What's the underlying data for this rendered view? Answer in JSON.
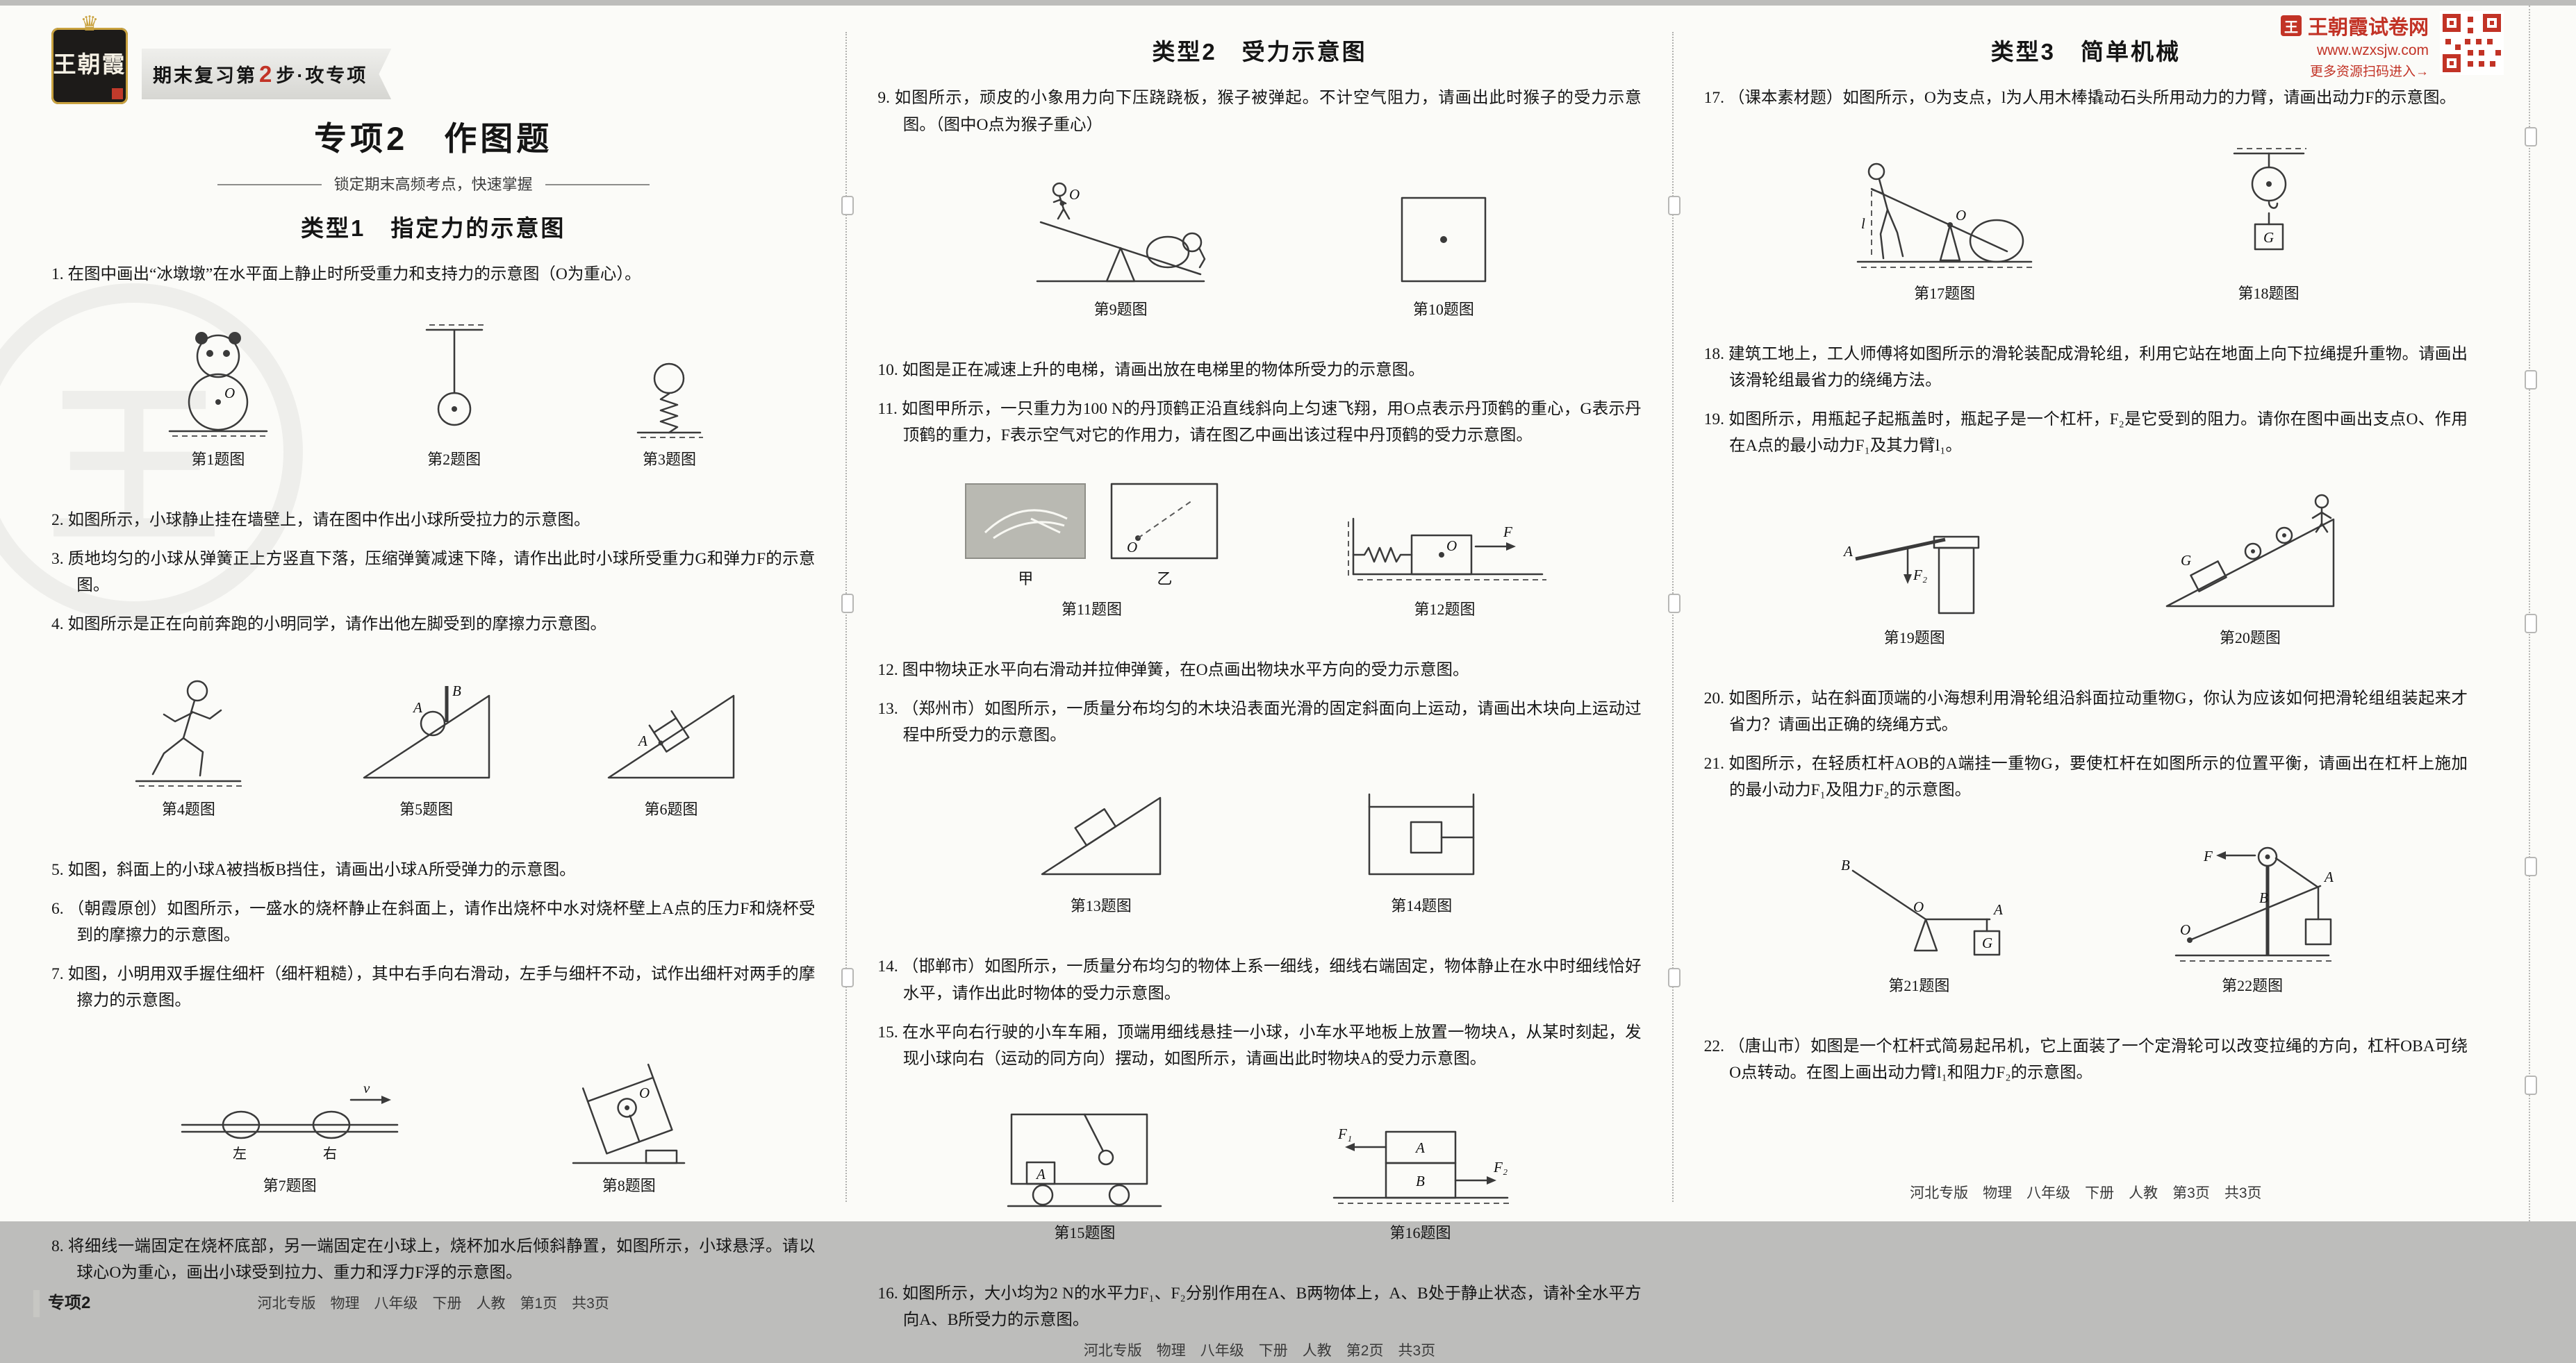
{
  "header": {
    "logo_text": "王朝霞",
    "logo_crown": "♛",
    "ribbon_prefix": "期末复习第",
    "ribbon_num": "2",
    "ribbon_suffix": "步·攻专项"
  },
  "site": {
    "logo_char": "王",
    "name": "王朝霞试卷网",
    "url": "www.wzxsjw.com",
    "note": "更多资源扫码进入→"
  },
  "watermark": {
    "text": "王"
  },
  "col1": {
    "title": "专项2　作图题",
    "subtitle": "锁定期末高频考点，快速掌握",
    "type_title": "类型1　指定力的示意图",
    "q1": "1. 在图中画出“冰墩墩”在水平面上静止时所受重力和支持力的示意图（O为重心）。",
    "q2": "2. 如图所示，小球静止挂在墙壁上，请在图中作出小球所受拉力的示意图。",
    "q3": "3. 质地均匀的小球从弹簧正上方竖直下落，压缩弹簧减速下降，请作出此时小球所受重力G和弹力F的示意图。",
    "q4": "4. 如图所示是正在向前奔跑的小明同学，请作出他左脚受到的摩擦力示意图。",
    "q5": "5. 如图，斜面上的小球A被挡板B挡住，请画出小球A所受弹力的示意图。",
    "q6": "6. （朝霞原创）如图所示，一盛水的烧杯静止在斜面上，请作出烧杯中水对烧杯壁上A点的压力F和烧杯受到的摩擦力的示意图。",
    "q7": "7. 如图，小明用双手握住细杆（细杆粗糙），其中右手向右滑动，左手与细杆不动，试作出细杆对两手的摩擦力的示意图。",
    "q8": "8. 将细线一端固定在烧杯底部，另一端固定在小球上，烧杯加水后倾斜静置，如图所示，小球悬浮。请以球心O为重心，画出小球受到拉力、重力和浮力F浮的示意图。",
    "footer_badge": "专项2",
    "footer_info": "河北专版　物理　八年级　下册　人教　第1页　共3页"
  },
  "col2": {
    "type_title": "类型2　受力示意图",
    "q9": "9. 如图所示，顽皮的小象用力向下压跷跷板，猴子被弹起。不计空气阻力，请画出此时猴子的受力示意图。（图中O点为猴子重心）",
    "q10": "10. 如图是正在减速上升的电梯，请画出放在电梯里的物体所受力的示意图。",
    "q11": "11. 如图甲所示，一只重力为100 N的丹顶鹤正沿直线斜向上匀速飞翔，用O点表示丹顶鹤的重心，G表示丹顶鹤的重力，F表示空气对它的作用力，请在图乙中画出该过程中丹顶鹤的受力示意图。",
    "q12": "12. 图中物块正水平向右滑动并拉伸弹簧，在O点画出物块水平方向的受力示意图。",
    "q13": "13. （郑州市）如图所示，一质量分布均匀的木块沿表面光滑的固定斜面向上运动，请画出木块向上运动过程中所受力的示意图。",
    "q14": "14. （邯郸市）如图所示，一质量分布均匀的物体上系一细线，细线右端固定，物体静止在水中时细线恰好水平，请作出此时物体的受力示意图。",
    "q15": "15. 在水平向右行驶的小车车厢，顶端用细线悬挂一小球，小车水平地板上放置一物块A，从某时刻起，发现小球向右（运动的同方向）摆动，如图所示，请画出此时物块A的受力示意图。",
    "q16": "16. 如图所示，大小均为2 N的水平力F₁、F₂分别作用在A、B两物体上，A、B处于静止状态，请补全水平方向A、B所受力的示意图。",
    "footer_info": "河北专版　物理　八年级　下册　人教　第2页　共3页"
  },
  "col3": {
    "type_title": "类型3　简单机械",
    "q17": "17. （课本素材题）如图所示，O为支点，l为人用木棒撬动石头所用动力的力臂，请画出动力F的示意图。",
    "q18": "18. 建筑工地上，工人师傅将如图所示的滑轮装配成滑轮组，利用它站在地面上向下拉绳提升重物。请画出该滑轮组最省力的绕绳方法。",
    "q19": "19. 如图所示，用瓶起子起瓶盖时，瓶起子是一个杠杆，F₂是它受到的阻力。请你在图中画出支点O、作用在A点的最小动力F₁及其力臂l₁。",
    "q20": "20. 如图所示，站在斜面顶端的小海想利用滑轮组沿斜面拉动重物G，你认为应该如何把滑轮组组装起来才省力？请画出正确的绕绳方式。",
    "q21": "21. 如图所示，在轻质杠杆AOB的A端挂一重物G，要使杠杆在如图所示的位置平衡，请画出在杠杆上施加的最小动力F₁及阻力F₂的示意图。",
    "q22": "22. （唐山市）如图是一个杠杆式简易起吊机，它上面装了一个定滑轮可以改变拉绳的方向，杠杆OBA可绕O点转动。在图上画出动力臂l₁和阻力F₂的示意图。",
    "footer_info": "河北专版　物理　八年级　下册　人教　第3页　共3页"
  },
  "captions": {
    "f1": "第1题图",
    "f2": "第2题图",
    "f3": "第3题图",
    "f4": "第4题图",
    "f5": "第5题图",
    "f6": "第6题图",
    "f7": "第7题图",
    "f8": "第8题图",
    "f9": "第9题图",
    "f10": "第10题图",
    "f11": "第11题图",
    "f12": "第12题图",
    "f13": "第13题图",
    "f14": "第14题图",
    "f15": "第15题图",
    "f16": "第16题图",
    "f17": "第17题图",
    "f18": "第18题图",
    "f19": "第19题图",
    "f20": "第20题图",
    "f21": "第21题图",
    "f22": "第22题图",
    "jia": "甲",
    "yi": "乙"
  },
  "labels": {
    "A": "A",
    "B": "B",
    "O": "O",
    "G": "G",
    "F": "F",
    "F1": "F₁",
    "F2": "F₂",
    "v": "v",
    "l": "l",
    "left": "左",
    "right": "右"
  }
}
